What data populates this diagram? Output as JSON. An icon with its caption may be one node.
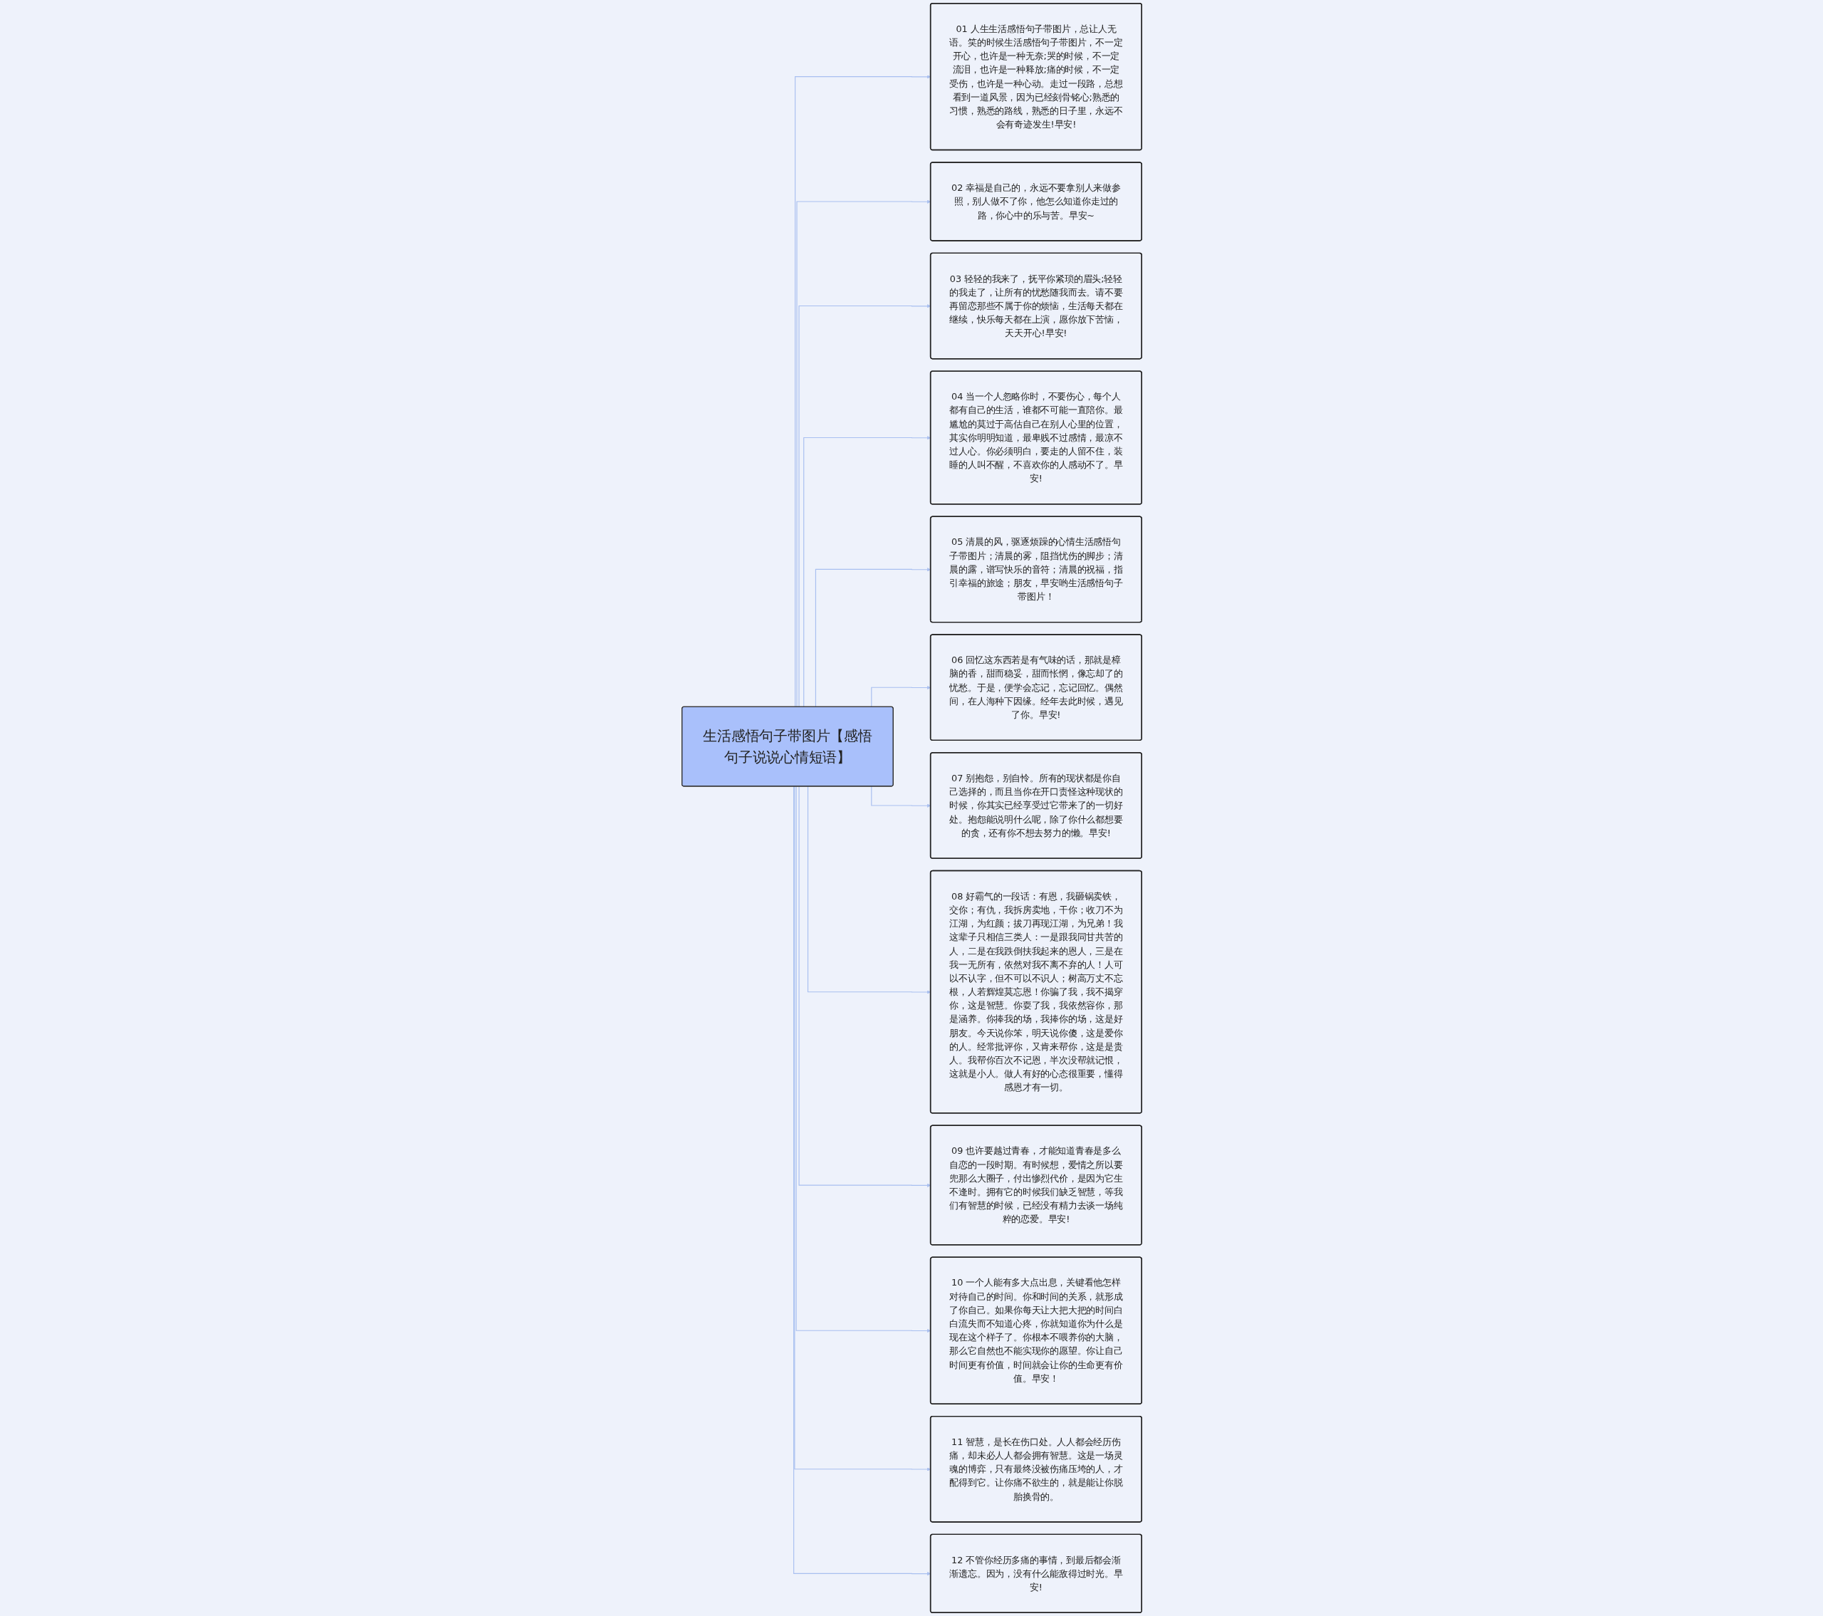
{
  "diagram": {
    "nodes": [
      {
        "text": [
          "生活感悟句子带图片【感悟句子说说心情短语】"
        ]
      },
      {
        "text": [
          "01 人生生活感悟句子带图片，总让人无语。笑的时候生活感悟句子带图片，不一定开心，也许是一种无奈;哭的时候，不一定流泪，也许是一种释放;痛的时候，不一定受伤，也许是一种心动。走过一段路，总想看到一道风景，因为已经刻骨铭心;熟悉的习惯，熟悉的路线，熟悉的日子里，永远不会有奇迹发生!早安!"
        ]
      },
      {
        "text": [
          "02 幸福是自己的，永远不要拿别人来做参照，别人做不了你，他怎么知道你走过的路，你心中的乐与苦。早安~"
        ]
      },
      {
        "text": [
          "03 轻轻的我来了，抚平你紧琐的眉头;轻轻的我走了，让所有的忧愁随我而去。请不要再留恋那些不属于你的烦恼，生活每天都在继续，快乐每天都在上演，愿你放下苦恼，天天开心!早安!"
        ]
      },
      {
        "text": [
          "04 当一个人忽略你时，不要伤心，每个人都有自己的生活，谁都不可能一直陪你。最尴尬的莫过于高估自己在别人心里的位置，其实你明明知道，最卑贱不过感情，最凉不过人心。你必须明白，要走的人留不住，装睡的人叫不醒，不喜欢你的人感动不了。早安!"
        ]
      },
      {
        "text": [
          "05 清晨的风，驱逐烦躁的心情生活感悟句子带图片；清晨的雾，阻挡忧伤的脚步；清晨的露，谱写快乐的音符；清晨的祝福，指引幸福的旅途；朋友，早安哟生活感悟句子带图片！"
        ]
      },
      {
        "text": [
          "06 回忆这东西若是有气味的话，那就是樟脑的香，甜而稳妥，甜而怅惘，像忘却了的忧愁。于是，便学会忘记，忘记回忆。偶然间，在人海种下因缘。经年去此时候，遇见了你。早安!"
        ]
      },
      {
        "text": [
          "07 别抱怨，别自怜。所有的现状都是你自己选择的，而且当你在开口责怪这种现状的时候，你其实已经享受过它带来了的一切好处。抱怨能说明什么呢，除了你什么都想要的贪，还有你不想去努力的懒。早安!"
        ]
      },
      {
        "text": [
          "08 好霸气的一段话：有恩，我砸锅卖铁，交你；有仇，我拆房卖地，干你；收刀不为江湖，为红颜；拔刀再现江湖，为兄弟！我这辈子只相信三类人：一是跟我同甘共苦的人，二是在我跌倒扶我起来的恩人，三是在我一无所有，依然对我不离不弃的人！人可以不认字，但不可以不识人；树高万丈不忘根，人若辉煌莫忘恩！你骗了我，我不揭穿你，这是智慧。你耍了我，我依然容你，那是涵养。你捧我的场，我捧你的场，这是好朋友。今天说你笨，明天说你傻，这是爱你的人。经常批评你，又肯来帮你，这是是贵人。我帮你百次不记恩，半次没帮就记恨，这就是小人。做人有好的心态很重要，懂得感恩才有一切。"
        ]
      },
      {
        "text": [
          "09 也许要越过青春，才能知道青春是多么自恋的一段时期。有时候想，爱情之所以要兜那么大圈子，付出惨烈代价，是因为它生不逢时。拥有它的时候我们缺乏智慧，等我们有智慧的时候，已经没有精力去谈一场纯粹的恋爱。早安!"
        ]
      },
      {
        "text": [
          "10 一个人能有多大点出息，关键看他怎样对待自己的时间。你和时间的关系，就形成了你自己。如果你每天让大把大把的时间白白流失而不知道心疼，你就知道你为什么是现在这个样子了。你根本不喂养你的大脑，那么它自然也不能实现你的愿望。你让自己时间更有价值，时间就会让你的生命更有价值。早安！"
        ]
      },
      {
        "text": [
          "11 智慧，是长在伤口处。人人都会经历伤痛，却未必人人都会拥有智慧。这是一场灵魂的博弈，只有最终没被伤痛压垮的人，才配得到它。让你痛不欲生的，就是能让你脱胎换骨的。"
        ]
      },
      {
        "text": [
          "12 不管你经历多痛的事情，到最后都会渐渐遗忘。因为，没有什么能敌得过时光。早安!"
        ]
      }
    ],
    "edges": [
      {
        "from": 0,
        "to": 1,
        "arrow": "to"
      },
      {
        "from": 0,
        "to": 2,
        "arrow": "to"
      },
      {
        "from": 0,
        "to": 3,
        "arrow": "to"
      },
      {
        "from": 0,
        "to": 4,
        "arrow": "to"
      },
      {
        "from": 0,
        "to": 5,
        "arrow": "to"
      },
      {
        "from": 0,
        "to": 6,
        "arrow": "to"
      },
      {
        "from": 0,
        "to": 7,
        "arrow": "to"
      },
      {
        "from": 0,
        "to": 8,
        "arrow": "to"
      },
      {
        "from": 0,
        "to": 9,
        "arrow": "to"
      },
      {
        "from": 0,
        "to": 10,
        "arrow": "to"
      },
      {
        "from": 0,
        "to": 11,
        "arrow": "to"
      },
      {
        "from": 0,
        "to": 12,
        "arrow": "to"
      }
    ]
  }
}
